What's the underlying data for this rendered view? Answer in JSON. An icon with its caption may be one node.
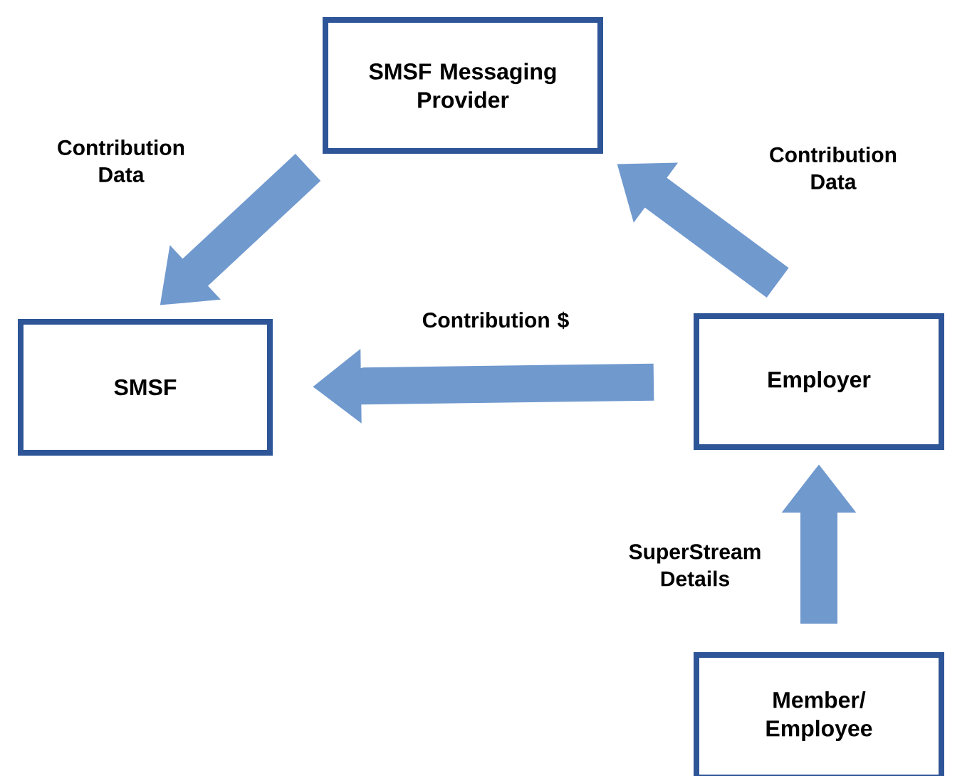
{
  "diagram": {
    "nodes": [
      {
        "text": [
          "SMSF Messaging Provider"
        ]
      },
      {
        "text": [
          "SMSF"
        ]
      },
      {
        "text": [
          "Employer"
        ]
      },
      {
        "text": [
          "Member/ Employee"
        ]
      }
    ],
    "edges": [
      {
        "from": 0,
        "to": 1,
        "arrow": "to",
        "label": "Contribution Data"
      },
      {
        "from": 2,
        "to": 0,
        "arrow": "to",
        "label": "Contribution Data"
      },
      {
        "from": 2,
        "to": 1,
        "arrow": "to",
        "label": "Contribution $"
      },
      {
        "from": 3,
        "to": 2,
        "arrow": "to",
        "label": "SuperStream Details"
      }
    ]
  }
}
